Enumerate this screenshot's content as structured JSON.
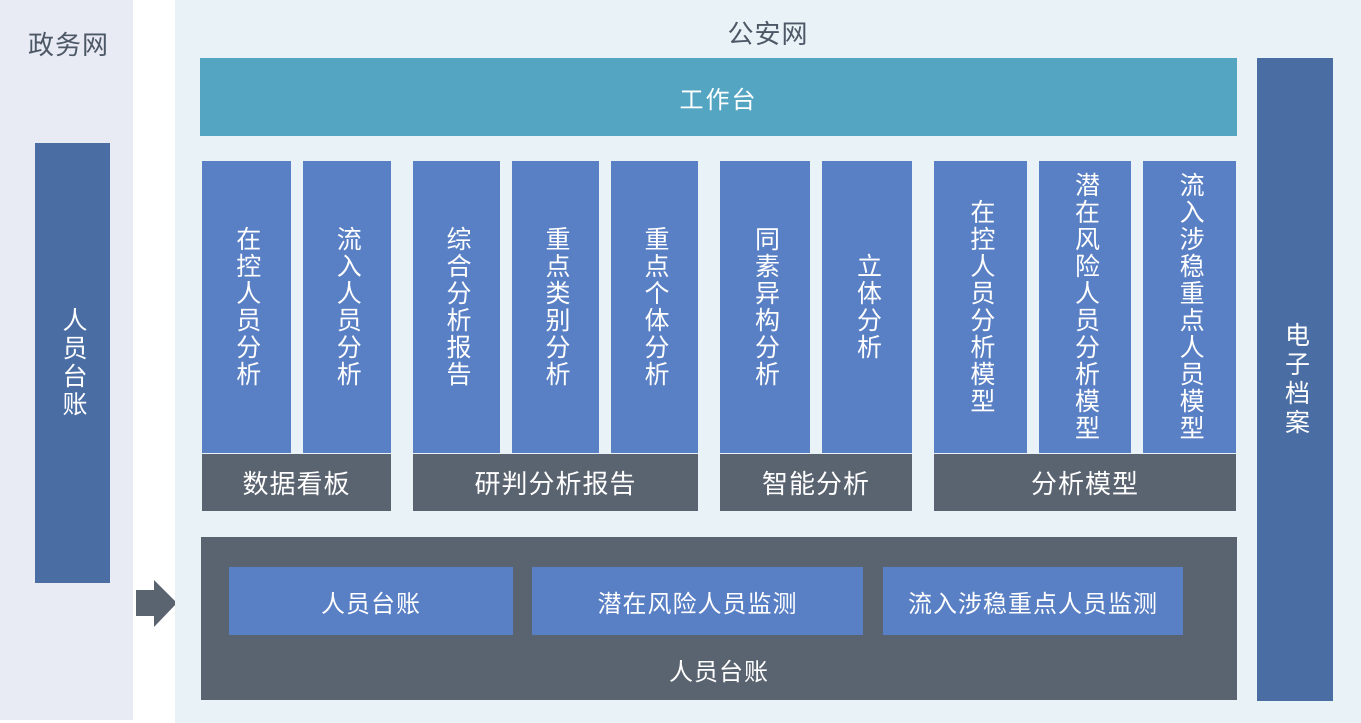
{
  "colors": {
    "left_panel_bg": "#e8eaf4",
    "main_panel_bg": "#e9f2f7",
    "workbench_teal": "#54a5c2",
    "module_blue": "#597fc4",
    "side_bar_blue": "#4a6da3",
    "label_gray": "#5a6370",
    "title_text": "#4d5866",
    "bar_text": "#ffffff"
  },
  "left_panel": {
    "title": "政务网",
    "bar_label": "人员台账"
  },
  "main_panel": {
    "title": "公安网",
    "workbench_label": "工作台",
    "groups": [
      {
        "label": "数据看板",
        "bars": [
          "在控人员分析",
          "流入人员分析"
        ]
      },
      {
        "label": "研判分析报告",
        "bars": [
          "综合分析报告",
          "重点类别分析",
          "重点个体分析"
        ]
      },
      {
        "label": "智能分析",
        "bars": [
          "同素异构分析",
          "立体分析"
        ]
      },
      {
        "label": "分析模型",
        "bars": [
          "在控人员分析模型",
          "潜在风险人员分析模型",
          "流入涉稳重点人员模型"
        ]
      }
    ],
    "bottom_panel": {
      "label": "人员台账",
      "buttons": [
        "人员台账",
        "潜在风险人员监测",
        "流入涉稳重点人员监测"
      ]
    },
    "right_bar_label": "电子档案"
  }
}
